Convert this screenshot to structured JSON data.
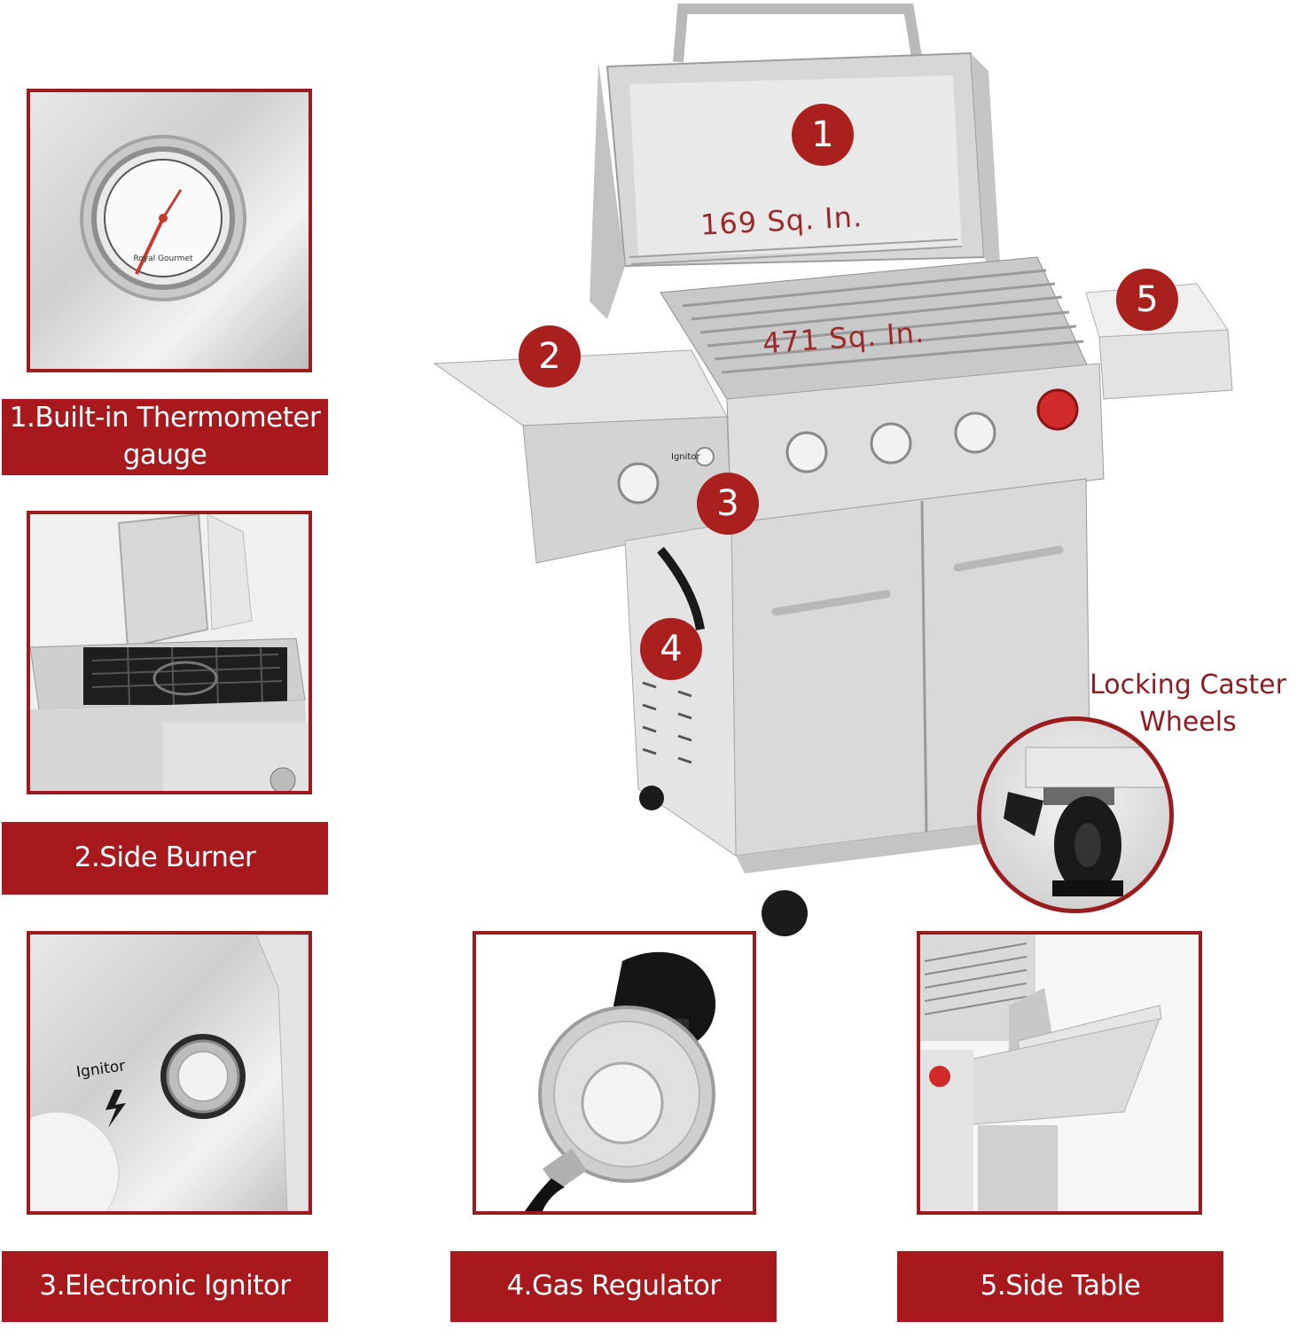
{
  "hero": {
    "top_area": "169 Sq. In.",
    "main_area": "471 Sq. In.",
    "callouts": [
      "1",
      "2",
      "3",
      "4",
      "5"
    ],
    "knob_label": "Ignitor"
  },
  "caster": {
    "label_line1": "Locking Caster",
    "label_line2": "Wheels"
  },
  "features": [
    {
      "line1": "1.Built-in Thermometer",
      "line2": "gauge",
      "icon": "thermometer-icon"
    },
    {
      "line1": "2.Side Burner",
      "icon": "side-burner-icon"
    },
    {
      "line1": "3.Electronic Ignitor",
      "thumb_text": "Ignitor",
      "icon": "ignitor-icon"
    },
    {
      "line1": "4.Gas Regulator",
      "icon": "gas-regulator-icon"
    },
    {
      "line1": "5.Side Table",
      "icon": "side-table-icon"
    }
  ],
  "colors": {
    "accent": "#a7191d",
    "text_red": "#9b2a28",
    "steel": "#d4d4d4"
  }
}
